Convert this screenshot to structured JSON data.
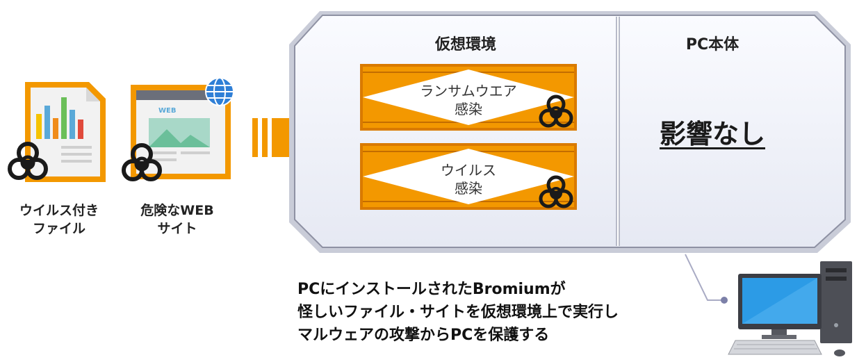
{
  "sources": [
    {
      "label_line1": "ウイルス付き",
      "label_line2": "ファイル",
      "icon": "infected-file-icon"
    },
    {
      "label_line1": "危険なWEB",
      "label_line2": "サイト",
      "icon": "dangerous-web-icon",
      "web_text": "WEB"
    }
  ],
  "virtual_env": {
    "title": "仮想環境",
    "boxes": [
      {
        "line1": "ランサムウエア",
        "line2": "感染"
      },
      {
        "line1": "ウイルス",
        "line2": "感染"
      }
    ]
  },
  "pc_main": {
    "title": "PC本体",
    "status": "影響なし"
  },
  "caption": {
    "line1": "PCにインストールされたBromiumが",
    "line2": "怪しいファイル・サイトを仮想環境上で実行し",
    "line3": "マルウェアの攻撃からPCを保護する"
  },
  "colors": {
    "orange": "#f39800",
    "orange_dark": "#d97a00",
    "panel": "#eef0f7",
    "frame": "#9a9db0"
  }
}
